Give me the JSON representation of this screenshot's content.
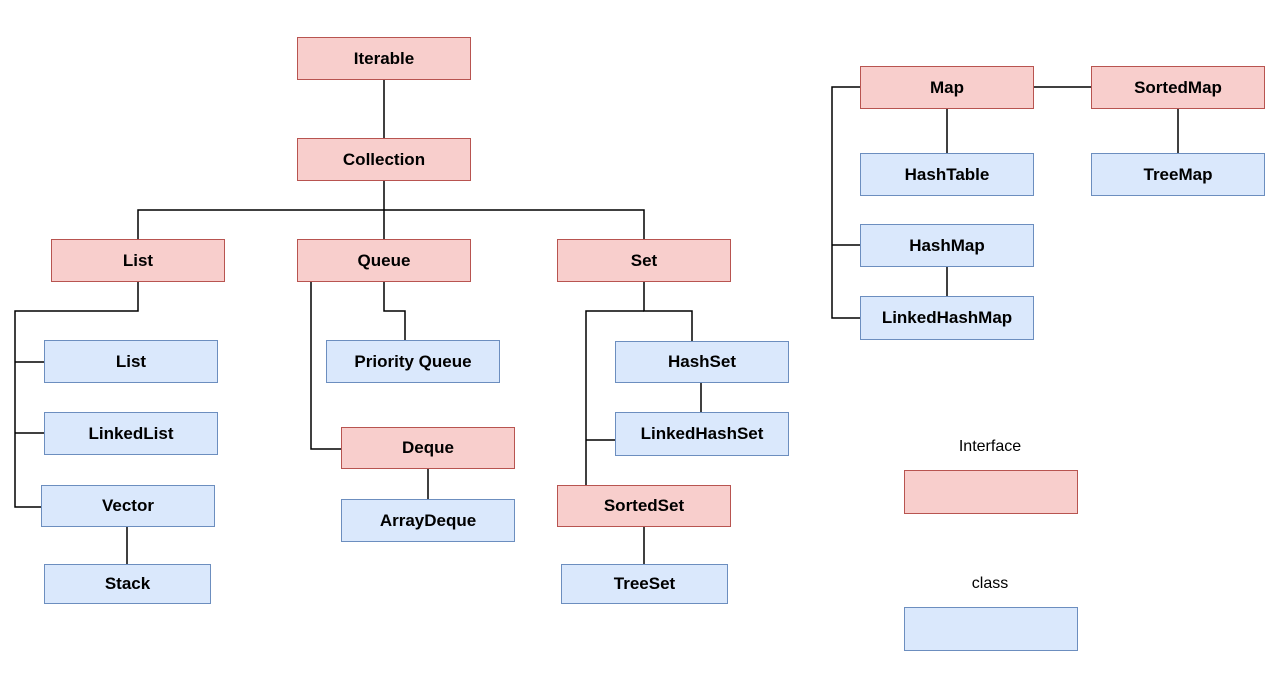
{
  "colors": {
    "interface_fill": "#f8cecc",
    "interface_border": "#b85450",
    "class_fill": "#dae8fc",
    "class_border": "#6c8ebf",
    "connector": "#000000"
  },
  "nodes": {
    "iterable": "Iterable",
    "collection": "Collection",
    "list_iface": "List",
    "queue": "Queue",
    "set": "Set",
    "list_class": "List",
    "linkedlist": "LinkedList",
    "vector": "Vector",
    "stack": "Stack",
    "priority_queue": "Priority Queue",
    "deque": "Deque",
    "arraydeque": "ArrayDeque",
    "hashset": "HashSet",
    "linkedhashset": "LinkedHashSet",
    "sortedset": "SortedSet",
    "treeset": "TreeSet",
    "map": "Map",
    "sortedmap": "SortedMap",
    "hashtable": "HashTable",
    "treemap": "TreeMap",
    "hashmap": "HashMap",
    "linkedhashmap": "LinkedHashMap"
  },
  "legend": {
    "interface_label": "Interface",
    "class_label": "class"
  }
}
